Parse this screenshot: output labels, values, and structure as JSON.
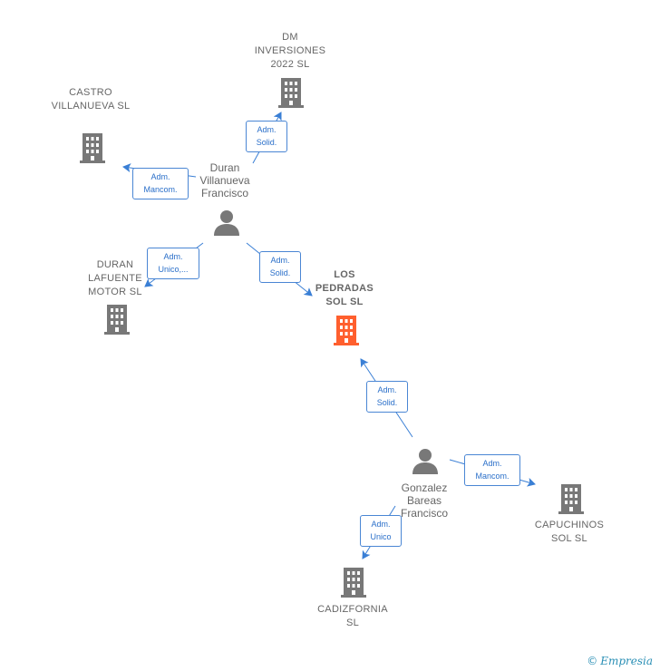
{
  "colors": {
    "node": "#787878",
    "focus": "#ff5f2e",
    "edge": "#3a7fd5",
    "badge_border": "#4a86d4"
  },
  "companies": [
    {
      "id": "dm",
      "label": "DM INVERSIONES 2022 SL",
      "focus": false
    },
    {
      "id": "castro",
      "label": "CASTRO VILLANUEVA SL",
      "focus": false
    },
    {
      "id": "lafuente",
      "label": "DURAN LAFUENTE MOTOR SL",
      "focus": false
    },
    {
      "id": "pedradas",
      "label": "LOS PEDRADAS SOL SL",
      "focus": true
    },
    {
      "id": "capuchinos",
      "label": "CAPUCHINOS SOL SL",
      "focus": false
    },
    {
      "id": "cadiz",
      "label": "CADIZFORNIA SL",
      "focus": false
    }
  ],
  "people": [
    {
      "id": "duran",
      "label": "Duran Villanueva Francisco"
    },
    {
      "id": "gonzalez",
      "label": "Gonzalez Bareas Francisco"
    }
  ],
  "roles": [
    {
      "id": "r1",
      "text": "Adm. Solid."
    },
    {
      "id": "r2",
      "text": "Adm. Mancom."
    },
    {
      "id": "r3",
      "text": "Adm. Unico,..."
    },
    {
      "id": "r4",
      "text": "Adm. Solid."
    },
    {
      "id": "r5",
      "text": "Adm. Solid."
    },
    {
      "id": "r6",
      "text": "Adm. Mancom."
    },
    {
      "id": "r7",
      "text": "Adm. Unico"
    }
  ],
  "watermark": {
    "copyright": "©",
    "brand": "Empresia"
  }
}
